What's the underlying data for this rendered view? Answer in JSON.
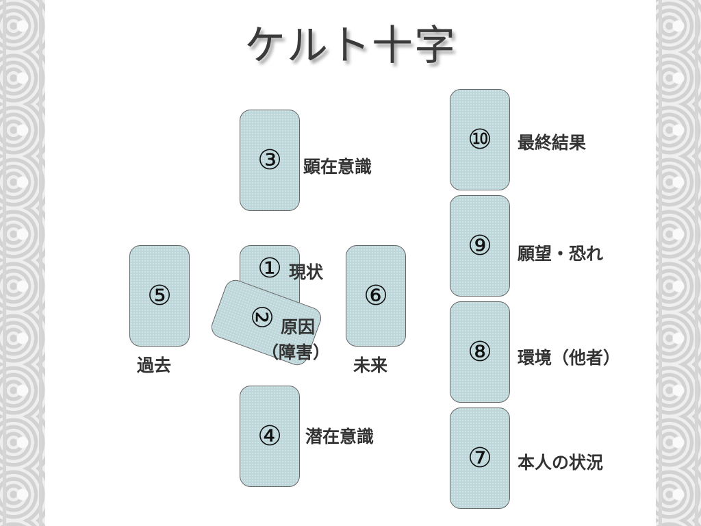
{
  "title": "ケルト十字",
  "cards": [
    {
      "num": "①",
      "label": "現状"
    },
    {
      "num": "②",
      "label_line1": "原因",
      "label_line2": "（障害）"
    },
    {
      "num": "③",
      "label": "顕在意識"
    },
    {
      "num": "④",
      "label": "潜在意識"
    },
    {
      "num": "⑤",
      "label": "過去"
    },
    {
      "num": "⑥",
      "label": "未来"
    },
    {
      "num": "⑦",
      "label": "本人の状況"
    },
    {
      "num": "⑧",
      "label": "環境（他者）"
    },
    {
      "num": "⑨",
      "label": "願望・恐れ"
    },
    {
      "num": "⑩",
      "label": "最終結果"
    }
  ]
}
